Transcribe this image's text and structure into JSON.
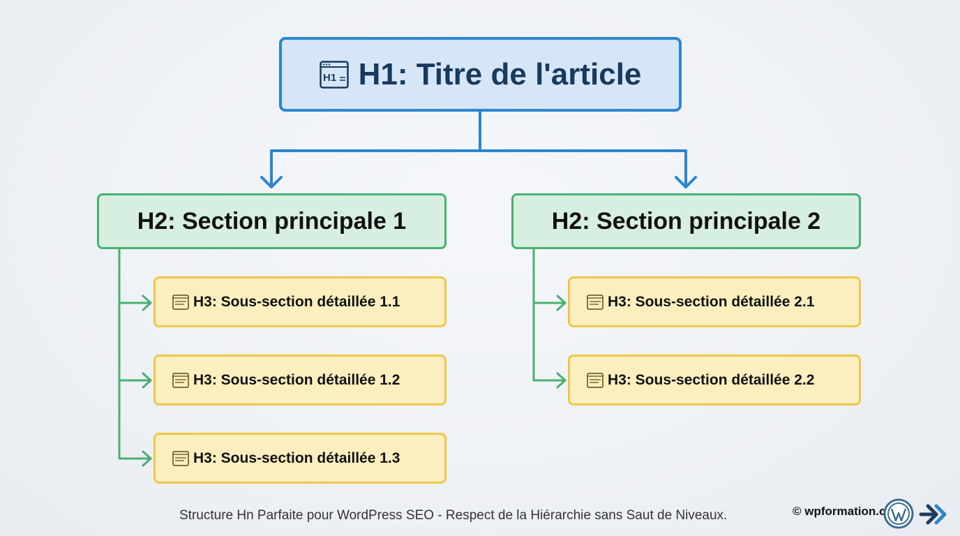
{
  "h1": {
    "label": "H1: Titre de l'article",
    "icon": "h1-tag-icon",
    "icon_text": "H1"
  },
  "sections": [
    {
      "label": "H2: Section principale 1",
      "children": [
        {
          "label": "H3: Sous-section détaillée 1.1",
          "icon": "h3-tag-icon"
        },
        {
          "label": "H3: Sous-section détaillée 1.2",
          "icon": "h3-tag-icon"
        },
        {
          "label": "H3: Sous-section détaillée 1.3",
          "icon": "h3-tag-icon"
        }
      ]
    },
    {
      "label": "H2: Section principale 2",
      "children": [
        {
          "label": "H3: Sous-section détaillée 2.1",
          "icon": "h3-tag-icon"
        },
        {
          "label": "H3: Sous-section détaillée 2.2",
          "icon": "h3-tag-icon"
        }
      ]
    }
  ],
  "footer": {
    "caption": "Structure Hn Parfaite pour WordPress SEO - Respect de la Hiérarchie sans Saut de Niveaux.",
    "credit": "© wpformation.com"
  },
  "colors": {
    "h1_border": "#2b86cf",
    "h1_fill": "#d6e6f7",
    "h2_border": "#47b072",
    "h2_fill": "#d6efe1",
    "h3_border": "#f0c64a",
    "h3_fill": "#fcefbf"
  }
}
